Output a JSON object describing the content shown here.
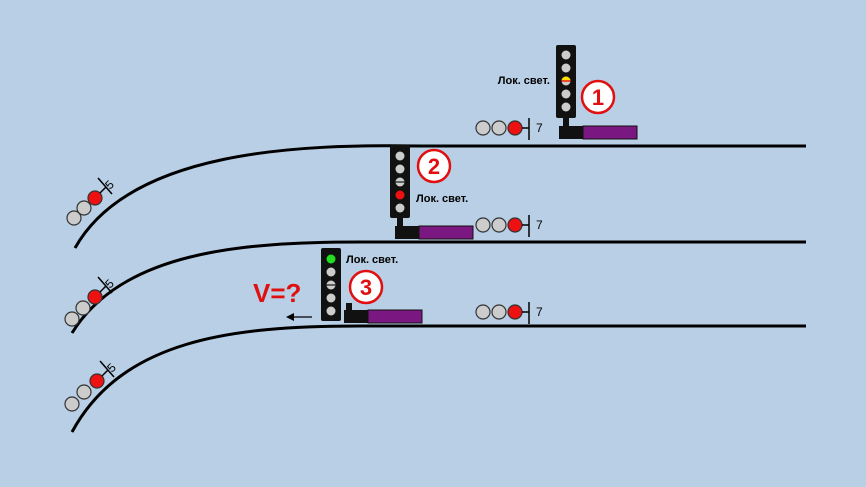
{
  "colors": {
    "background": "#b9cfe5",
    "track": "#000000",
    "signal_red": "#ee1111",
    "signal_off": "#cccccc",
    "signal_green": "#22dd22",
    "signal_yellow": "#ffe000",
    "locomotive_body": "#7a1780",
    "callout_red": "#e01010"
  },
  "scene": {
    "question": "V=?",
    "locomotives": [
      {
        "number": "1",
        "cab_label": "Лок. свет.",
        "cab_display": "yellow-red"
      },
      {
        "number": "2",
        "cab_label": "Лок. свет.",
        "cab_display": "red"
      },
      {
        "number": "3",
        "cab_label": "Лок. свет.",
        "cab_display": "green"
      }
    ],
    "track_signals": [
      {
        "name": "track-1-signal",
        "number": "7",
        "aspect": "red"
      },
      {
        "name": "track-2-signal",
        "number": "7",
        "aspect": "red"
      },
      {
        "name": "track-3-signal",
        "number": "7",
        "aspect": "red"
      },
      {
        "name": "curve-1-signal",
        "number": "5",
        "aspect": "red"
      },
      {
        "name": "curve-2-signal",
        "number": "5",
        "aspect": "red"
      },
      {
        "name": "curve-3-signal",
        "number": "5",
        "aspect": "red"
      }
    ]
  }
}
